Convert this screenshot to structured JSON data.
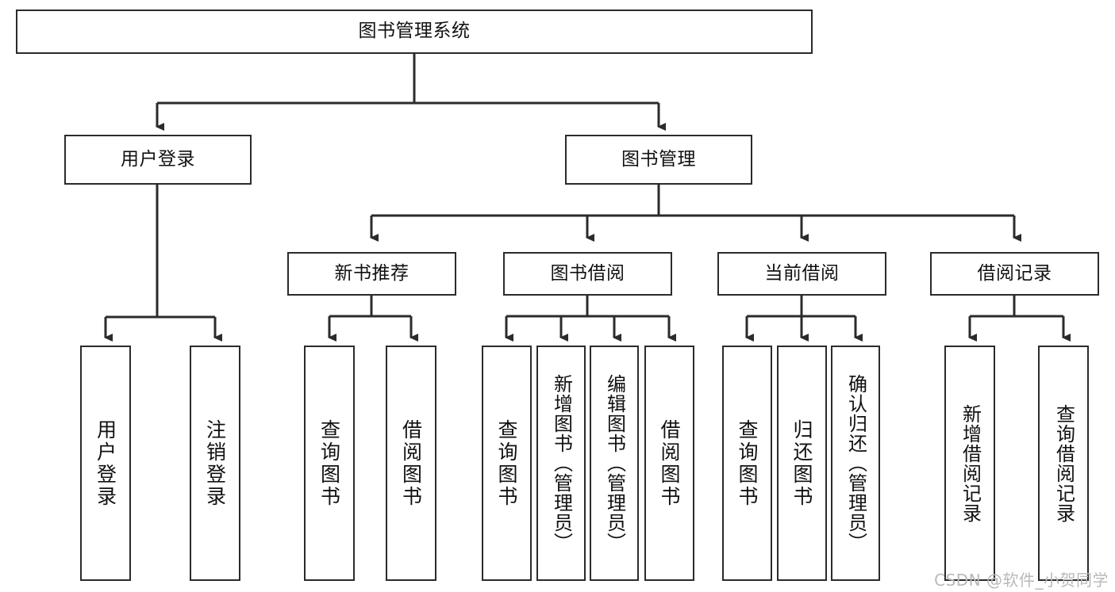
{
  "diagram": {
    "title": "图书管理系统",
    "type": "tree",
    "watermark": "CSDN @软件_小贺同学",
    "colors": {
      "box_border": "#2b2b2b",
      "box_fill": "#ffffff",
      "edge": "#2b2b2b",
      "text": "#111111",
      "watermark": "#b9b9b9"
    },
    "nodes": {
      "root": {
        "label": "图书管理系统"
      },
      "level2": [
        {
          "label": "用户登录"
        },
        {
          "label": "图书管理"
        }
      ],
      "level3": [
        {
          "label": "新书推荐"
        },
        {
          "label": "图书借阅"
        },
        {
          "label": "当前借阅"
        },
        {
          "label": "借阅记录"
        }
      ],
      "leaves": {
        "user_login": [
          {
            "label": "用户登录"
          },
          {
            "label": "注销登录"
          }
        ],
        "new_book_recommend": [
          {
            "label": "查询图书"
          },
          {
            "label": "借阅图书"
          }
        ],
        "book_borrow": [
          {
            "label": "查询图书"
          },
          {
            "label": "新增图书（管理员）"
          },
          {
            "label": "编辑图书（管理员）"
          },
          {
            "label": "借阅图书"
          }
        ],
        "current_borrow": [
          {
            "label": "查询图书"
          },
          {
            "label": "归还图书"
          },
          {
            "label": "确认归还（管理员）"
          }
        ],
        "borrow_record": [
          {
            "label": "新增借阅记录"
          },
          {
            "label": "查询借阅记录"
          }
        ]
      }
    }
  }
}
